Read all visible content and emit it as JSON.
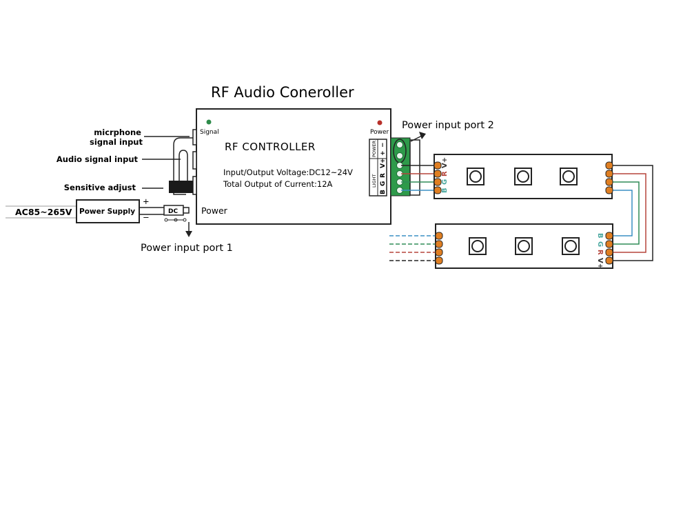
{
  "title": "RF Audio Coneroller",
  "controller": {
    "name": "RF CONTROLLER",
    "spec_voltage": "Input/Output Voltage:DC12~24V",
    "spec_current": "Total Output of Current:12A",
    "signal_led_label": "Signal",
    "power_led_label": "Power",
    "power_jack_label": "Power",
    "terminal": {
      "power_group_label": "POWER",
      "light_group_label": "LIGHT",
      "power_pins": [
        "−",
        "+"
      ],
      "light_pins": [
        "V+",
        "R",
        "G",
        "B"
      ]
    }
  },
  "callouts": {
    "mic_line1": "micrphone",
    "mic_line2": "signal input",
    "audio": "Audio signal input",
    "sensitive": "Sensitive adjust"
  },
  "power_supply": {
    "ac_label": "AC85~265V",
    "box_label": "Power Supply",
    "plus": "+",
    "minus": "−",
    "dc_label": "DC"
  },
  "ports": {
    "port1": "Power input port 1",
    "port2": "Power input port 2"
  },
  "strips": {
    "top_pins": [
      "V+",
      "R",
      "G",
      "B"
    ],
    "bottom_pins": [
      "B",
      "G",
      "R",
      "V+"
    ],
    "leds_per_strip": 3
  },
  "colors": {
    "wire_black": "#222222",
    "wire_red": "#b5443a",
    "wire_green": "#2e8b57",
    "wire_blue": "#3a8fc4",
    "terminal_green": "#2e9a4a",
    "pad_orange": "#e07f22",
    "led_signal": "#2e8b4a",
    "led_power": "#b8302a",
    "pin_label_teal": "#4aa8a0"
  }
}
